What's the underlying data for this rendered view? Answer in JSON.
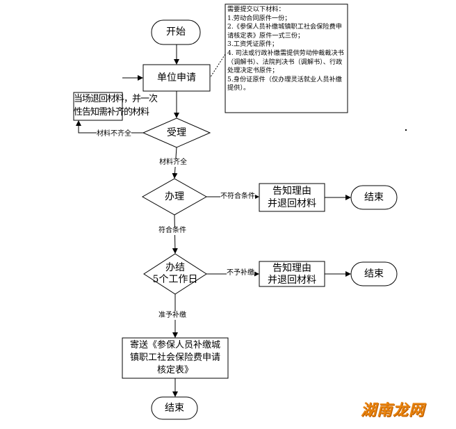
{
  "flowchart": {
    "start": "开始",
    "apply": "单位申请",
    "accept": "受理",
    "reject_onsite": [
      "当场退回材料，并一次",
      "性告知需补齐的材料"
    ],
    "incomplete_label": "材料不齐全",
    "complete_label": "材料齐全",
    "process": "办理",
    "not_qualified_label": "不符合条件",
    "notify_return_1": [
      "告知理由",
      "并退回材料"
    ],
    "end_1": "结束",
    "qualified_label": "符合条件",
    "settle": [
      "办结",
      "5个工作日"
    ],
    "no_payment_label": "不予补缴",
    "notify_return_2": [
      "告知理由",
      "并退回材料"
    ],
    "end_2": "结束",
    "allow_payment_label": "准予补缴",
    "send_form": [
      "寄送《参保人员补缴城",
      "镇职工社会保险费申请",
      "核定表》"
    ],
    "end_3": "结束"
  },
  "materials_note": [
    "需要提交以下材料：",
    "1.劳动合同原件一份；",
    "2.《参保人员补缴城镇职工社会保险费申请核定表》原件一式三份；",
    "3.工资凭证原件；",
    "4. 司法或行政补缴需提供劳动仲裁裁决书（调解书）、法院判决书（调解书）、行政处理决定书原件；",
    "5.身份证原件（仅办理灵活就业人员补缴提供）。"
  ],
  "watermark": "湖南龙网"
}
